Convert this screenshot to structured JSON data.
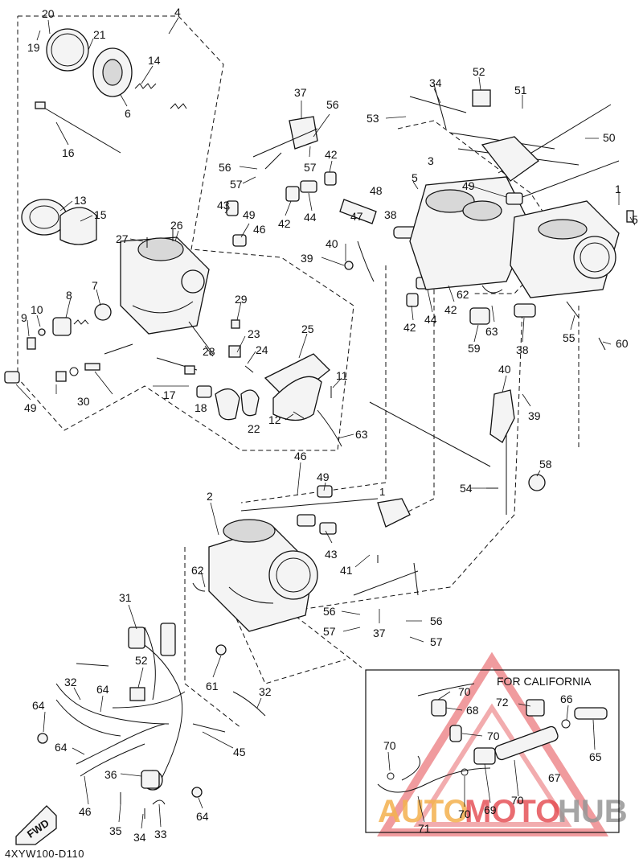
{
  "diagram_code": "4XYW100-D110",
  "california_title": "FOR CALIFORNIA",
  "fwd_label": "FWD",
  "watermark": {
    "auto": "AUTO",
    "moto": "MOTO",
    "hub": "HUB",
    "color_red": "#e0343a",
    "color_orange": "#f2a93b",
    "color_gray": "#8a8a8a"
  },
  "callouts": [
    "20",
    "19",
    "21",
    "4",
    "14",
    "6",
    "16",
    "13",
    "15",
    "27",
    "26",
    "8",
    "7",
    "10",
    "9",
    "49",
    "30",
    "17",
    "18",
    "28",
    "29",
    "23",
    "24",
    "22",
    "25",
    "11",
    "12",
    "63",
    "37",
    "56",
    "57",
    "56",
    "57",
    "43",
    "49",
    "46",
    "42",
    "44",
    "42",
    "48",
    "47",
    "38",
    "40",
    "39",
    "44",
    "42",
    "42",
    "62",
    "63",
    "59",
    "38",
    "34",
    "52",
    "53",
    "51",
    "50",
    "5",
    "3",
    "49",
    "1",
    "5",
    "55",
    "60",
    "40",
    "39",
    "58",
    "54",
    "46",
    "49",
    "1",
    "2",
    "43",
    "41",
    "62",
    "56",
    "57",
    "37",
    "56",
    "57",
    "31",
    "52",
    "32",
    "64",
    "64",
    "64",
    "46",
    "61",
    "32",
    "45",
    "36",
    "35",
    "34",
    "33",
    "64",
    "70",
    "72",
    "66",
    "68",
    "70",
    "65",
    "70",
    "67",
    "69",
    "70",
    "71",
    "70"
  ]
}
